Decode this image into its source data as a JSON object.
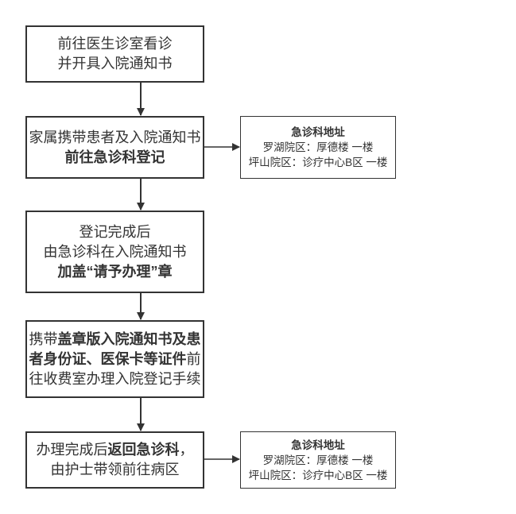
{
  "steps": [
    {
      "lines": [
        [
          "前往医生诊室看诊"
        ],
        [
          "并开具入院通知书"
        ]
      ]
    },
    {
      "lines": [
        [
          "家属携带患者及入院通知书"
        ],
        [
          "前往急诊科登记"
        ]
      ]
    },
    {
      "lines": [
        [
          "登记完成后"
        ],
        [
          "由急诊科在入院通知书"
        ],
        [
          "加盖“请予办理”章"
        ]
      ]
    },
    {
      "lines": [
        [
          "携带",
          "盖章版入院通知书及患"
        ],
        [
          "者身份证、医保卡等证件",
          "前"
        ],
        [
          "往收费室办理入院登记手续"
        ]
      ]
    },
    {
      "lines": [
        [
          "办理完成后",
          "返回急诊科",
          "，"
        ],
        [
          "由护士带领前往病区"
        ]
      ]
    }
  ],
  "notes": [
    {
      "title": "急诊科地址",
      "lines": [
        "罗湖院区：厚德楼 一楼",
        "坪山院区：诊疗中心B区 一楼"
      ]
    },
    {
      "title": "急诊科地址",
      "lines": [
        "罗湖院区：厚德楼 一楼",
        "坪山院区：诊疗中心B区 一楼"
      ]
    }
  ],
  "colors": {
    "stroke": "#333333",
    "background": "#ffffff"
  }
}
